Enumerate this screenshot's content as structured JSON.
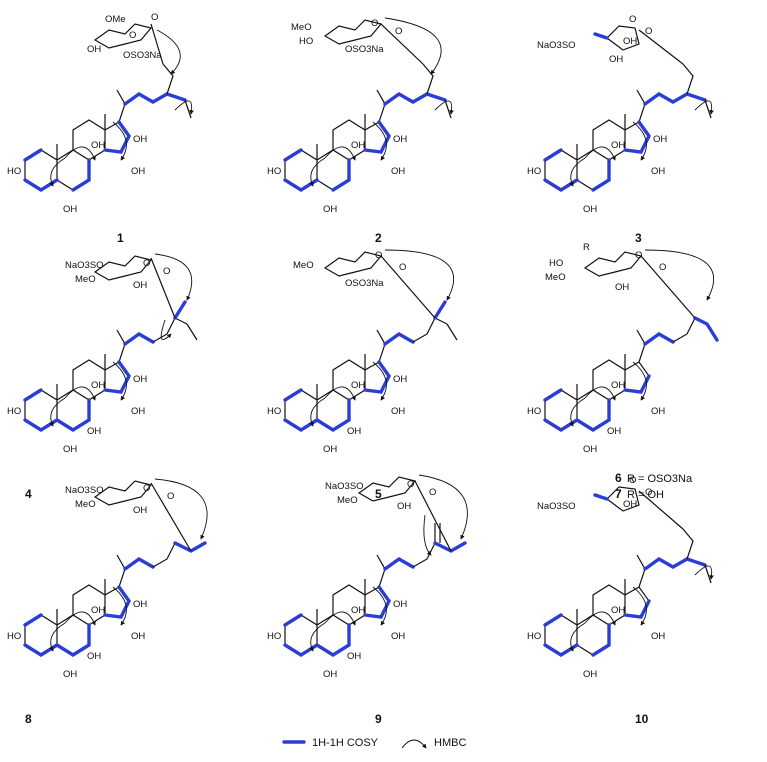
{
  "compounds": [
    {
      "number": "1",
      "labels": {
        "ome": "OMe",
        "o_link": "O",
        "o_ring": "O",
        "sulfate": "OSO3Na",
        "sugar_oh": "OH",
        "oh3": "HO",
        "oh6": "OH",
        "oh8": "OH",
        "oh15": "OH",
        "oh16": "OH"
      }
    },
    {
      "number": "2",
      "labels": {
        "ome": "MeO",
        "ho": "HO",
        "o_ring": "O",
        "o_link": "O",
        "sulfate": "OSO3Na",
        "oh3": "HO",
        "oh6": "OH",
        "oh8": "OH",
        "oh15": "OH",
        "oh16": "OH"
      }
    },
    {
      "number": "3",
      "labels": {
        "sulfate": "NaO3SO",
        "o_ring": "O",
        "o_link": "O",
        "oh_a": "OH",
        "oh_b": "OH",
        "oh3": "HO",
        "oh6": "OH",
        "oh8": "OH",
        "oh15": "OH",
        "oh16": "OH"
      }
    },
    {
      "number": "4",
      "labels": {
        "sulfate": "NaO3SO",
        "ome": "MeO",
        "oh": "OH",
        "o_ring": "O",
        "o_link": "O",
        "oh3": "HO",
        "oh6": "OH",
        "oh7": "OH",
        "oh8": "OH",
        "oh15": "OH",
        "oh16": "OH"
      }
    },
    {
      "number": "5",
      "labels": {
        "ome": "MeO",
        "o_ring": "O",
        "o_link": "O",
        "sulfate": "OSO3Na",
        "oh3": "HO",
        "oh6": "OH",
        "oh7": "OH",
        "oh8": "OH",
        "oh15": "OH",
        "oh16": "OH"
      }
    },
    {
      "number": "6",
      "labels": {
        "r": "R",
        "ho": "HO",
        "ome": "MeO",
        "oh": "OH",
        "o_ring": "O",
        "o_link": "O",
        "oh3": "HO",
        "oh6": "OH",
        "oh7": "OH",
        "oh8": "OH",
        "oh15": "OH"
      }
    },
    {
      "number": "8",
      "labels": {
        "sulfate": "NaO3SO",
        "ome": "MeO",
        "oh": "OH",
        "o_ring": "O",
        "o_link": "O",
        "oh3": "HO",
        "oh6": "OH",
        "oh7": "OH",
        "oh8": "OH",
        "oh15": "OH",
        "oh16": "OH"
      }
    },
    {
      "number": "9",
      "labels": {
        "sulfate": "NaO3SO",
        "ome": "MeO",
        "oh": "OH",
        "o_ring": "O",
        "o_link": "O",
        "oh3": "HO",
        "oh6": "OH",
        "oh7": "OH",
        "oh8": "OH",
        "oh15": "OH",
        "oh16": "OH"
      }
    },
    {
      "number": "10",
      "labels": {
        "sulfate": "NaO3SO",
        "o_ring": "O",
        "o_link": "O",
        "oh_sugar": "OH",
        "oh3": "HO",
        "oh6": "OH",
        "oh8": "OH",
        "oh15": "OH"
      }
    }
  ],
  "compound6_note": {
    "number6": "6",
    "r_def6": "R = OSO3Na",
    "number7": "7",
    "r_def7": "R = OH"
  },
  "legend": {
    "cosy_label": "1H-1H COSY",
    "hmbc_label": "HMBC"
  },
  "colors": {
    "cosy": "#2a3ed6",
    "bond": "#111111"
  }
}
